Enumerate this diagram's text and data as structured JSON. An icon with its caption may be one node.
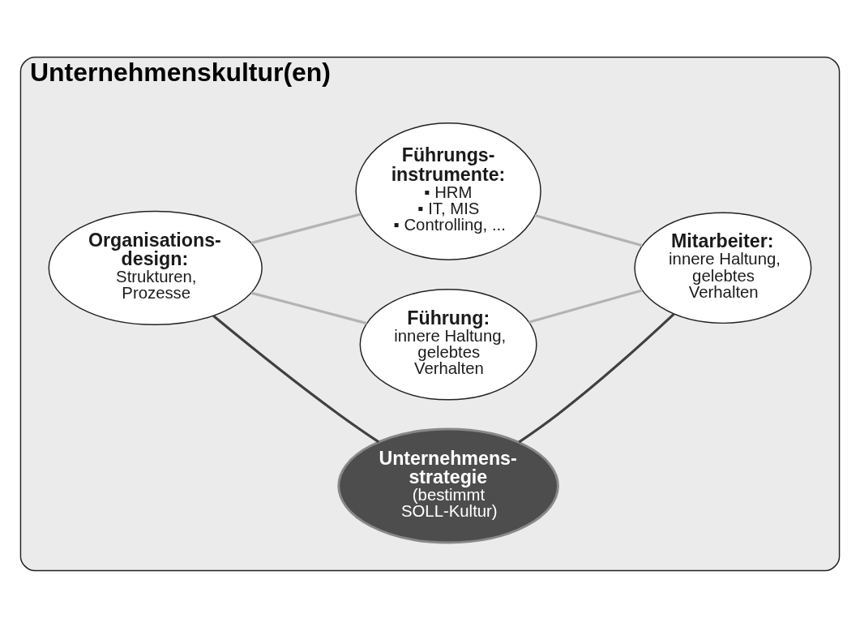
{
  "diagram": {
    "nodes": [
      {
        "text": [
          "Unternehmenskultur(en)"
        ]
      },
      {
        "text": [
          "Unternehmens- strategie",
          "(bestimmt SOLL-Kultur)"
        ],
        "in": 0
      },
      {
        "text": [
          "Führung:",
          "innere Haltung, gelebtes Verhalten"
        ],
        "in": 0
      },
      {
        "text": [
          "Organisations- design:",
          "Strukturen, Prozesse"
        ],
        "in": 0
      },
      {
        "text": [
          "Führungs- instrumente:",
          "▪ HRM",
          "▪ IT, MIS",
          "▪ Controlling, ..."
        ],
        "in": 0
      },
      {
        "text": [
          "Mitarbeiter:",
          "innere Haltung, gelebtes Verhalten"
        ],
        "in": 0
      }
    ],
    "edges": [
      {
        "from": 1,
        "to": 3,
        "arrow": "none",
        "color": "#404040"
      },
      {
        "from": 1,
        "to": 5,
        "arrow": "none",
        "color": "#404040"
      },
      {
        "from": 3,
        "to": 2,
        "arrow": "none"
      },
      {
        "from": 2,
        "to": 5,
        "arrow": "none"
      },
      {
        "from": 3,
        "to": 4,
        "arrow": "none"
      },
      {
        "from": 4,
        "to": 5,
        "arrow": "none"
      }
    ]
  }
}
